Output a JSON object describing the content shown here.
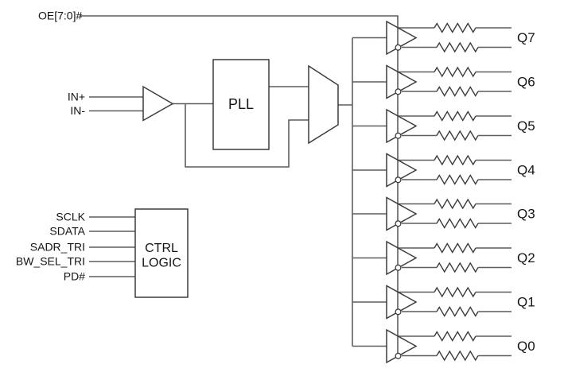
{
  "labels": {
    "oe": "OE[7:0]#",
    "in_pos": "IN+",
    "in_neg": "IN-",
    "pll": "PLL",
    "ctrl": {
      "line1": "CTRL",
      "line2": "LOGIC"
    },
    "ctrl_inputs": [
      "SCLK",
      "SDATA",
      "SADR_TRI",
      "BW_SEL_TRI",
      "PD#"
    ],
    "outputs": [
      "Q7",
      "Q6",
      "Q5",
      "Q4",
      "Q3",
      "Q2",
      "Q1",
      "Q0"
    ]
  },
  "colors": {
    "background": "#ffffff",
    "wire": "#5d5d5d",
    "shape_stroke": "#3c3c3c",
    "text": "#141414"
  }
}
